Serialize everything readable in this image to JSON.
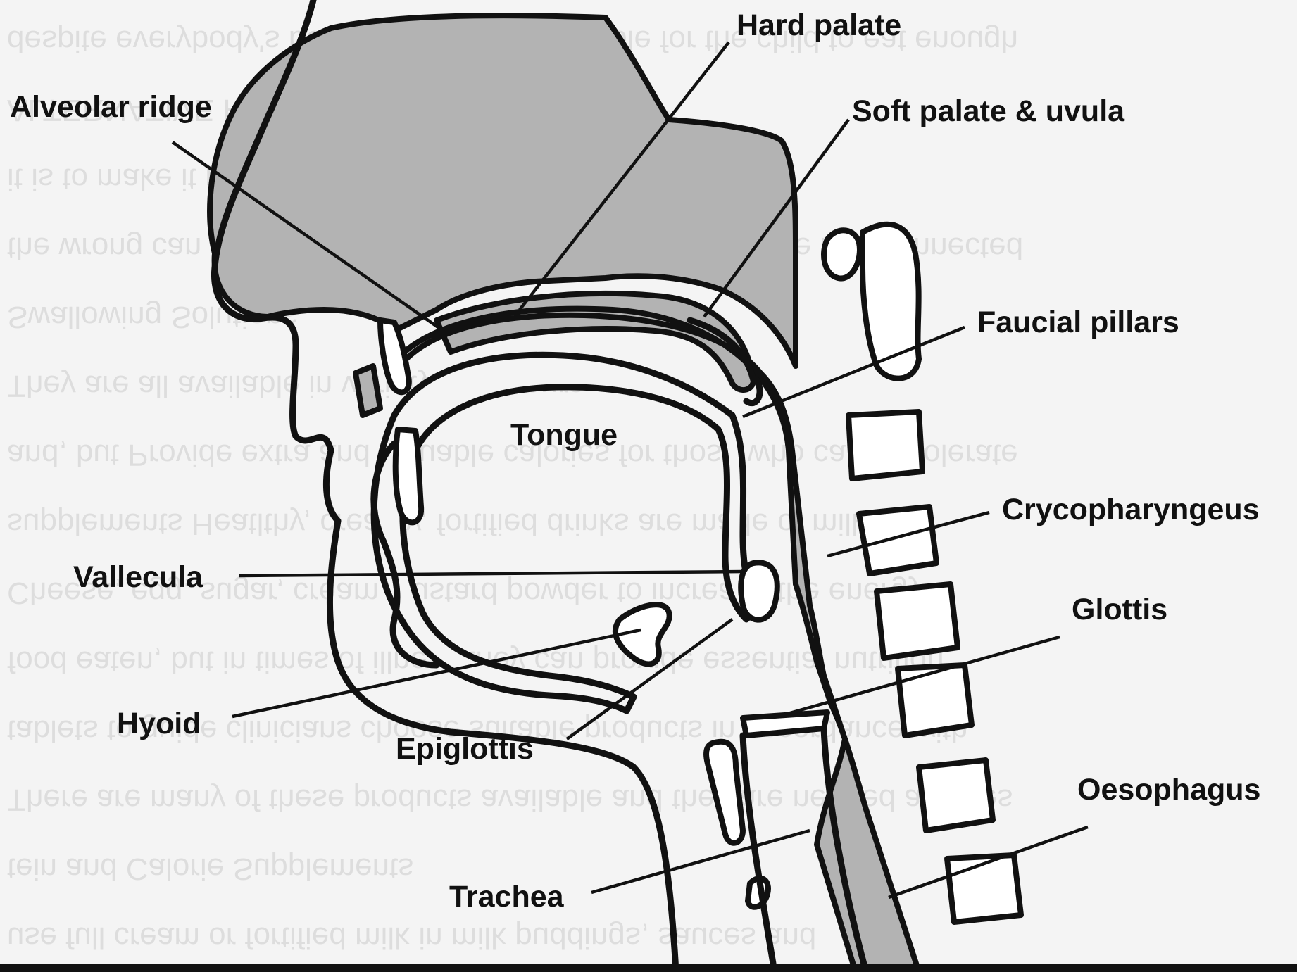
{
  "colors": {
    "tissue_fill": "#b3b3b3",
    "outline": "#111111",
    "background": "#f4f4f4"
  },
  "labels": {
    "hard_palate": "Hard palate",
    "alveolar_ridge": "Alveolar ridge",
    "soft_palate_uvula": "Soft palate & uvula",
    "faucial_pillars": "Faucial pillars",
    "tongue": "Tongue",
    "crycopharyngeus": "Crycopharyngeus",
    "vallecula": "Vallecula",
    "glottis": "Glottis",
    "hyoid": "Hyoid",
    "epiglottis": "Epiglottis",
    "oesophagus": "Oesophagus",
    "trachea": "Trachea"
  }
}
